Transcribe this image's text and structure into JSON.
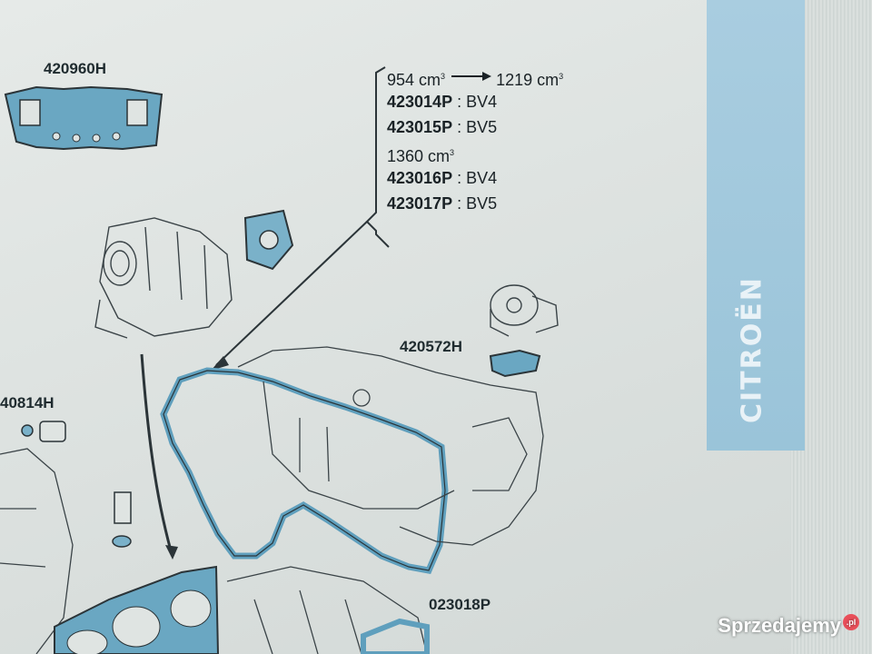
{
  "brand_tab": "CITROËN",
  "parts": {
    "p1": "420960H",
    "p2": "420572H",
    "p3": "40814H",
    "p4": "023018P"
  },
  "legend": {
    "r1_from": "954 cm",
    "r1_to": "1219 cm",
    "r2_code": "423014P",
    "r2_desc": " : BV4",
    "r3_code": "423015P",
    "r3_desc": " : BV5",
    "r4": "1360 cm",
    "r5_code": "423016P",
    "r5_desc": " : BV4",
    "r6_code": "423017P",
    "r6_desc": " : BV5",
    "cube": "3"
  },
  "watermark": {
    "text": "Sprzedajemy",
    "suffix": ".pl"
  },
  "colors": {
    "gasket": "#5f9fbd",
    "line": "#2b3438"
  }
}
